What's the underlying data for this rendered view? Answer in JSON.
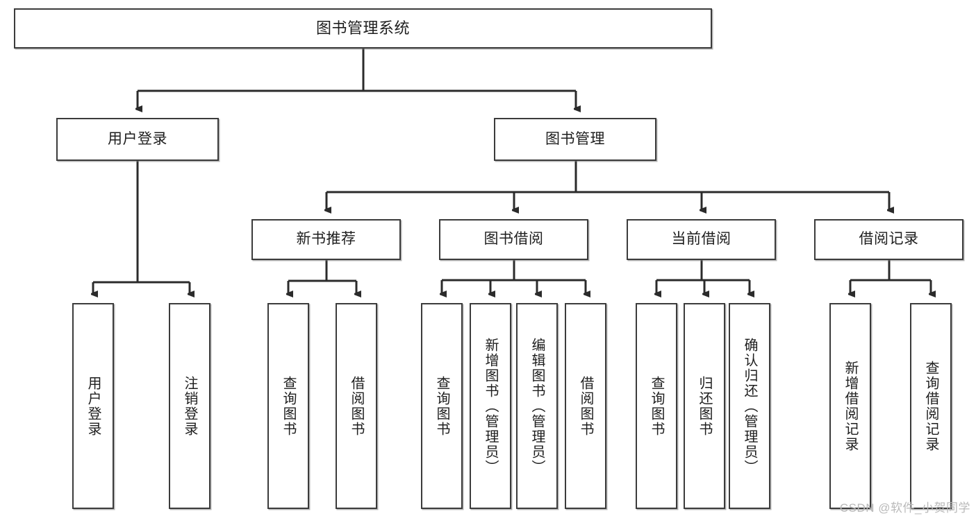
{
  "diagram": {
    "type": "tree-hierarchy-chart",
    "title": "图书管理系统",
    "watermark": "CSDN @软件_小贺同学",
    "colors": {
      "box_border": "#3b3b3b",
      "box_fill": "#ffffff",
      "connector": "#2b2b2b",
      "watermark": "#b9b9b9",
      "background": "#ffffff"
    },
    "levels": {
      "root": {
        "label": "图书管理系统"
      },
      "level2": [
        {
          "label": "用户登录"
        },
        {
          "label": "图书管理"
        }
      ],
      "level3": [
        {
          "label": "新书推荐"
        },
        {
          "label": "图书借阅"
        },
        {
          "label": "当前借阅"
        },
        {
          "label": "借阅记录"
        }
      ],
      "leaves_user_login": [
        {
          "label": "用户登录"
        },
        {
          "label": "注销登录"
        }
      ],
      "leaves_new_book": [
        {
          "label": "查询图书"
        },
        {
          "label": "借阅图书"
        }
      ],
      "leaves_borrow": [
        {
          "label": "查询图书"
        },
        {
          "label": "新增图书（管理员）"
        },
        {
          "label": "编辑图书（管理员）"
        },
        {
          "label": "借阅图书"
        }
      ],
      "leaves_current": [
        {
          "label": "查询图书"
        },
        {
          "label": "归还图书"
        },
        {
          "label": "确认归还（管理员）"
        }
      ],
      "leaves_records": [
        {
          "label": "新增借阅记录"
        },
        {
          "label": "查询借阅记录"
        }
      ]
    }
  }
}
